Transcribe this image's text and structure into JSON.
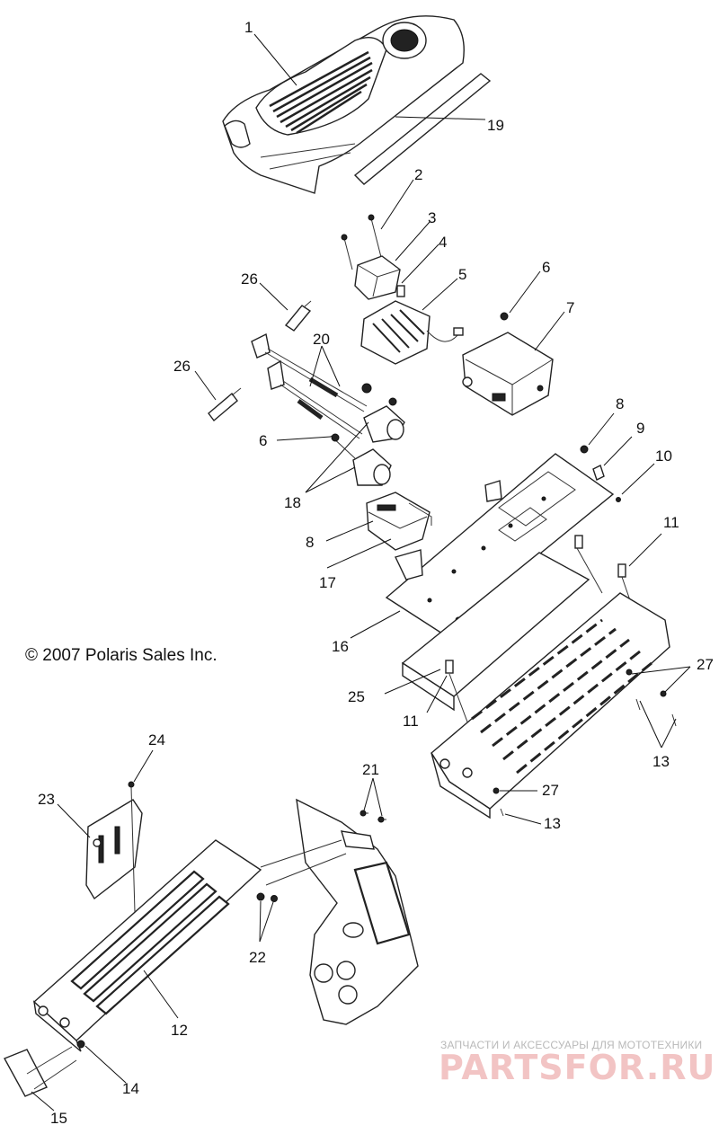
{
  "copyright": "© 2007 Polaris Sales Inc.",
  "watermark": {
    "subtitle": "ЗАПЧАСТИ И АКСЕССУАРЫ ДЛЯ МОТОТЕХНИКИ",
    "logo": "PARTSFOR.RU"
  },
  "callouts": [
    "1",
    "19",
    "2",
    "3",
    "4",
    "5",
    "6",
    "7",
    "26",
    "20",
    "26",
    "6",
    "18",
    "8",
    "17",
    "16",
    "8",
    "9",
    "10",
    "11",
    "11",
    "25",
    "27",
    "13",
    "27",
    "13",
    "24",
    "23",
    "21",
    "22",
    "12",
    "14",
    "15"
  ]
}
